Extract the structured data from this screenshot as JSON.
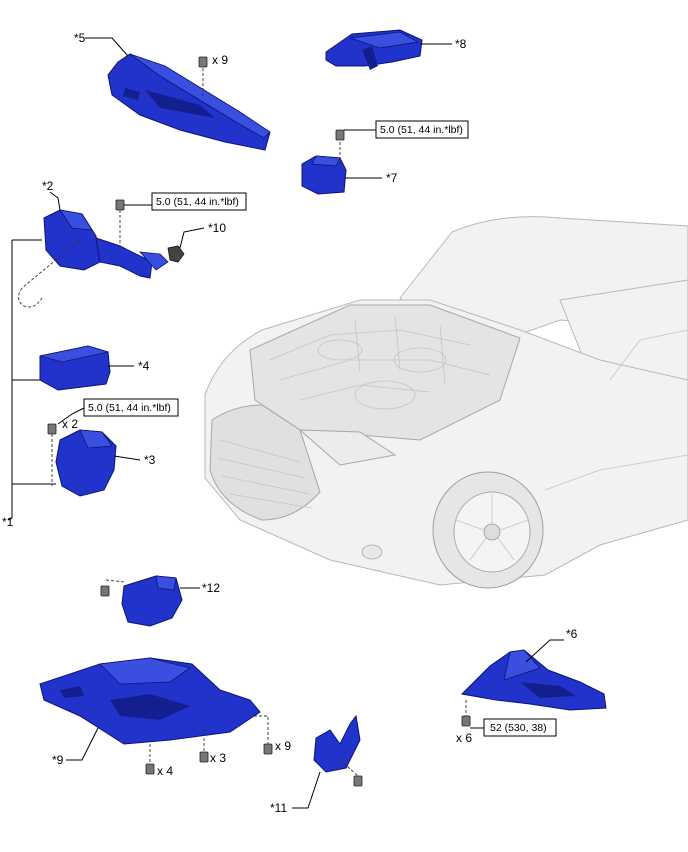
{
  "labels": {
    "p1": "*1",
    "p2": "*2",
    "p3": "*3",
    "p4": "*4",
    "p5": "*5",
    "p6": "*6",
    "p7": "*7",
    "p8": "*8",
    "p9": "*9",
    "p10": "*10",
    "p11": "*11",
    "p12": "*12"
  },
  "quantities": {
    "x9_top": "x 9",
    "x2": "x 2",
    "x6": "x 6",
    "x4": "x 4",
    "x3": "x 3",
    "x9_bottom": "x 9"
  },
  "torque_specs": {
    "spec_7": "5.0 (51, 44 in.*lbf)",
    "spec_2": "5.0 (51, 44 in.*lbf)",
    "spec_3": "5.0 (51, 44 in.*lbf)",
    "spec_6": "52 (530, 38)"
  },
  "colors": {
    "part_blue": "#2233cc",
    "car_gray": "#f2f2f2"
  }
}
